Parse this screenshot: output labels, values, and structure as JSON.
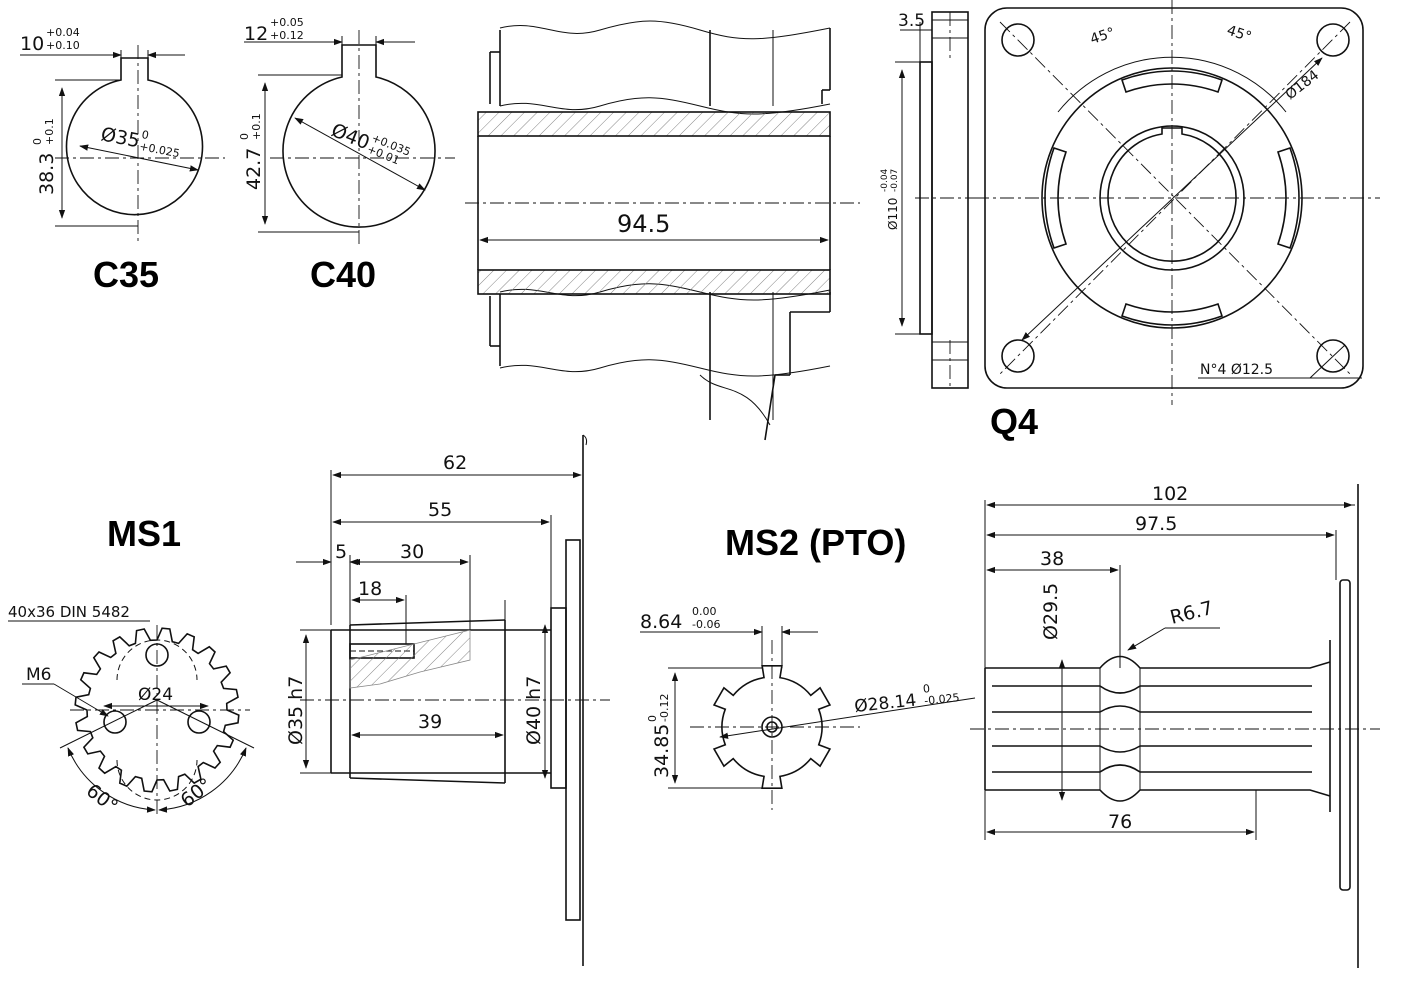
{
  "views": {
    "c35": {
      "title": "C35",
      "key_width": "10",
      "key_width_tol_upper": "+0.04",
      "key_width_tol_lower": "+0.10",
      "height": "38.3",
      "height_tol_upper": "0",
      "height_tol_lower": "+0.1",
      "diameter": "Ø35",
      "diameter_tol_upper": "0",
      "diameter_tol_lower": "+0.025"
    },
    "c40": {
      "title": "C40",
      "key_width": "12",
      "key_width_tol_upper": "+0.05",
      "key_width_tol_lower": "+0.12",
      "height": "42.7",
      "height_tol_upper": "0",
      "height_tol_lower": "+0.1",
      "diameter": "Ø40",
      "diameter_tol_upper": "+0.035",
      "diameter_tol_lower": "+0.01"
    },
    "bore_section": {
      "length": "94.5"
    },
    "q4": {
      "title": "Q4",
      "flange_thickness": "3.5",
      "pilot_diameter": "Ø110",
      "pilot_tol_upper": "-0.04",
      "pilot_tol_lower": "-0.07",
      "bolt_circle": "Ø184",
      "angle_left": "45°",
      "angle_right": "45°",
      "holes": "N°4  Ø12.5"
    },
    "ms1": {
      "title": "MS1",
      "spline_spec": "40x36 DIN 5482",
      "thread": "M6",
      "hole_circle": "Ø24",
      "angle_left": "60°",
      "angle_right": "60°",
      "len_total": "62",
      "len_55": "55",
      "len_5": "5",
      "len_30": "30",
      "len_18": "18",
      "len_39": "39",
      "dia_35": "Ø35 h7",
      "dia_40": "Ø40 h7"
    },
    "ms2": {
      "title": "MS2 (PTO)",
      "key_width": "8.64",
      "key_tol_upper": "0.00",
      "key_tol_lower": "-0.06",
      "height": "34.85",
      "height_tol_upper": "0",
      "height_tol_lower": "-0.12",
      "diameter": "Ø28.14",
      "diameter_tol_upper": "0",
      "diameter_tol_lower": "-0.025",
      "len_102": "102",
      "len_97_5": "97.5",
      "len_38": "38",
      "groove_dia": "Ø29.5",
      "radius": "R6.7",
      "len_76": "76"
    }
  }
}
